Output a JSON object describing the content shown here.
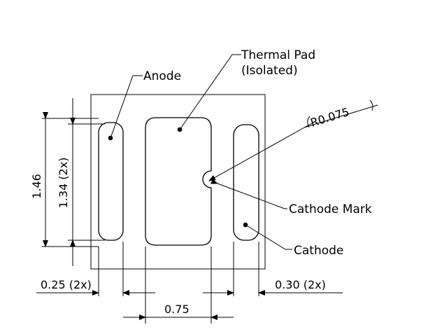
{
  "callouts": {
    "anode": "Anode",
    "thermal_pad_line1": "Thermal Pad",
    "thermal_pad_line2": "(Isolated)",
    "cathode_mark": "Cathode Mark",
    "cathode": "Cathode"
  },
  "dimensions": {
    "radius": "R0.075",
    "height_overall": "1.46",
    "height_pad": "1.34 (2x)",
    "width_side_left": "0.25 (2x)",
    "width_side_right": "0.30 (2x)",
    "pitch": "0.75"
  },
  "colors": {
    "line": "#000000",
    "background": "#ffffff"
  }
}
